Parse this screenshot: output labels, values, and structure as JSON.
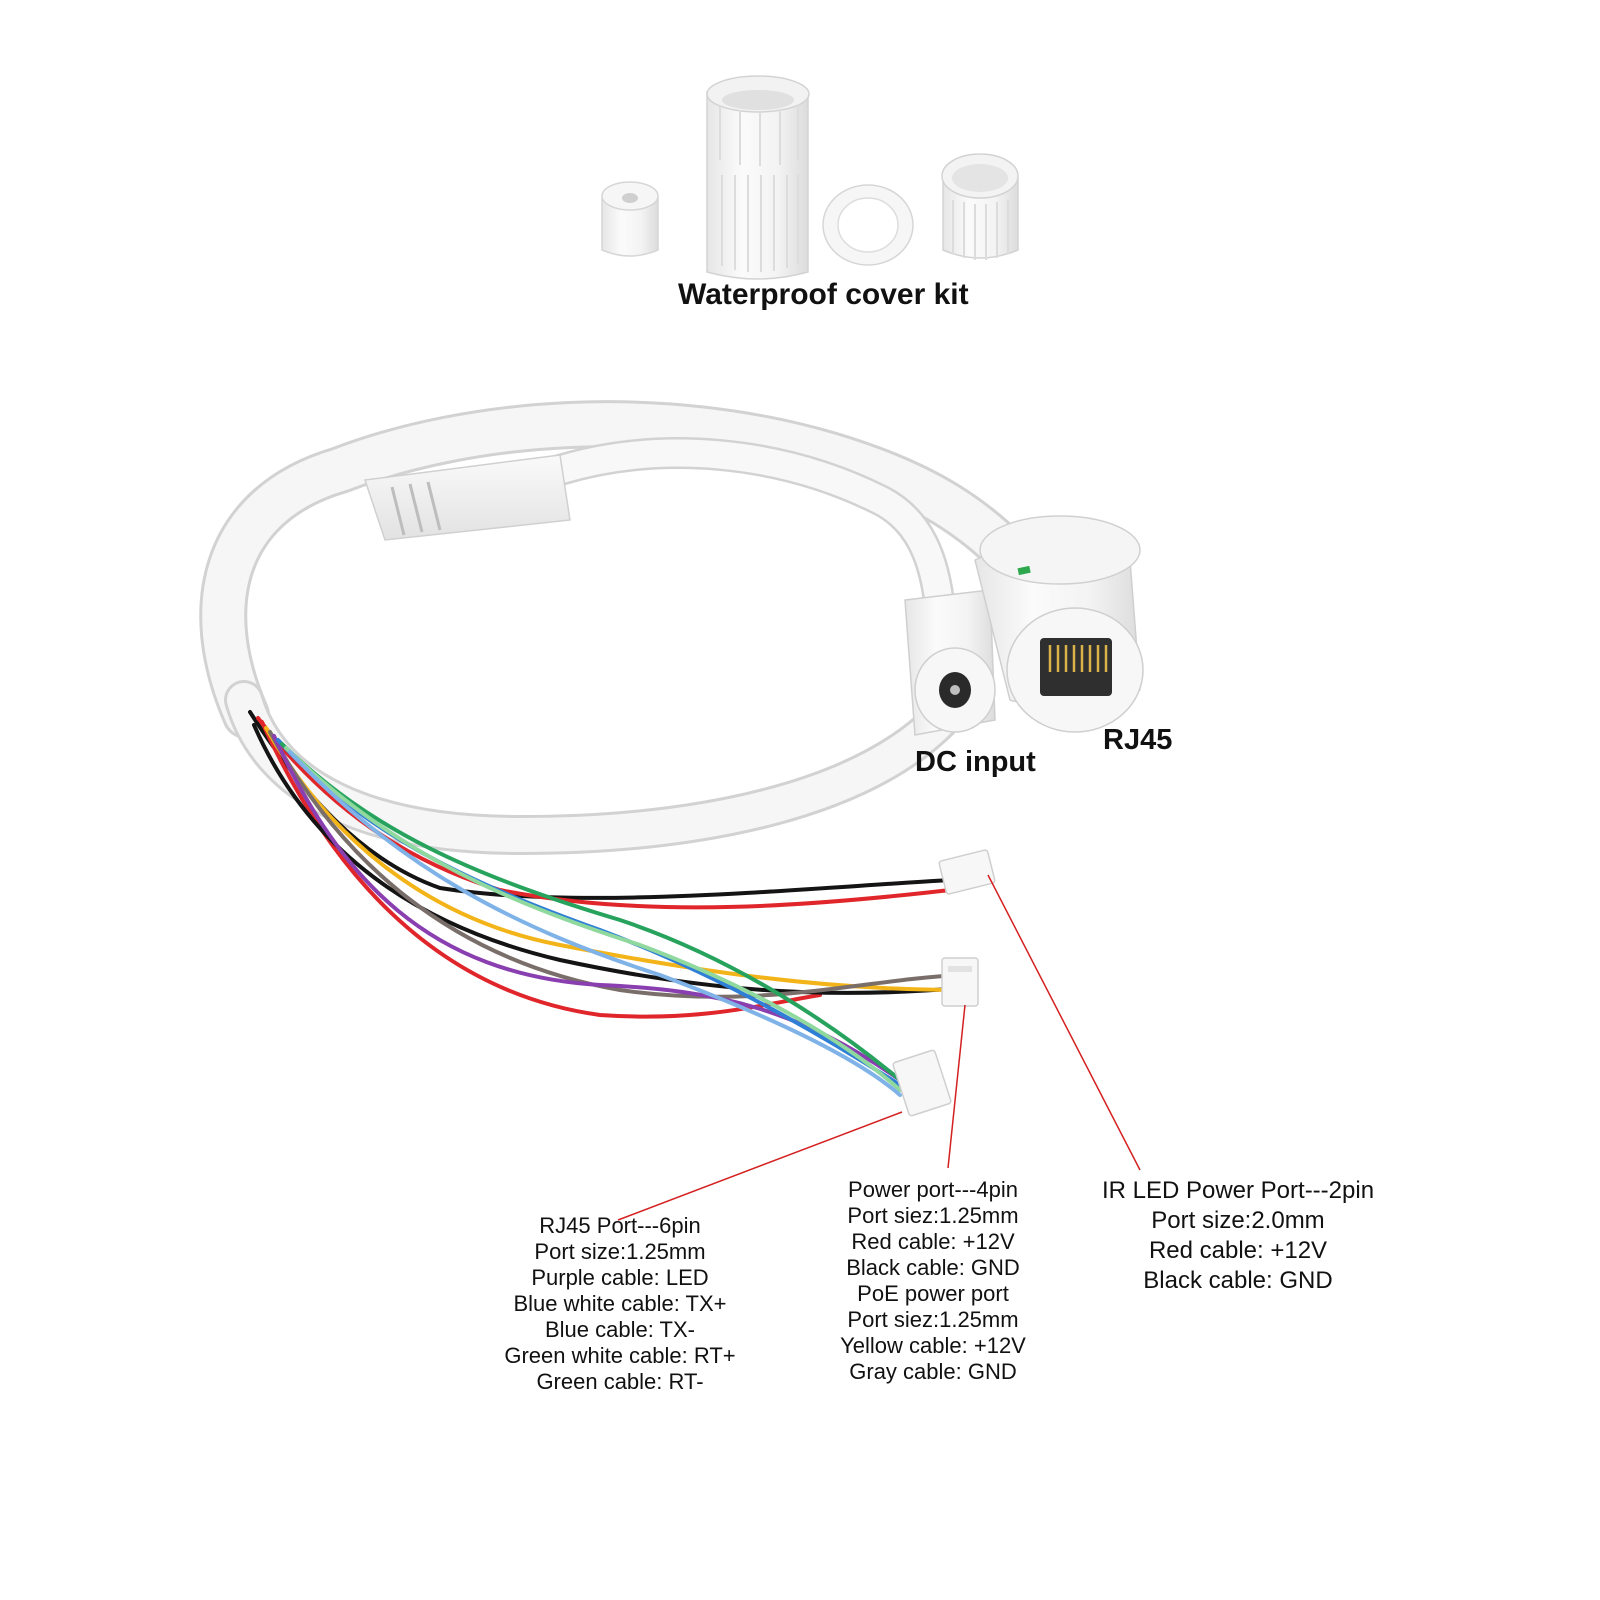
{
  "kit": {
    "title": "Waterproof cover kit"
  },
  "connectors": {
    "dc": "DC input",
    "rj45": "RJ45"
  },
  "callouts": {
    "rj45_port": [
      "RJ45 Port---6pin",
      "Port size:1.25mm",
      "Purple cable: LED",
      "Blue white cable: TX+",
      "Blue cable: TX-",
      "Green white cable: RT+",
      "Green cable: RT-"
    ],
    "power_port": [
      "Power port---4pin",
      "Port siez:1.25mm",
      "Red cable: +12V",
      "Black cable: GND",
      "PoE power port",
      "Port siez:1.25mm",
      "Yellow cable: +12V",
      "Gray cable: GND"
    ],
    "ir_port": [
      "IR LED Power Port---2pin",
      "Port size:2.0mm",
      "Red cable: +12V",
      "Black cable: GND"
    ]
  },
  "colors": {
    "leader": "#d42020",
    "wire_red": "#e0262b",
    "wire_black": "#141414",
    "wire_purple": "#8a3fb0",
    "wire_gray": "#7a6e6a",
    "wire_yellow": "#f2b418",
    "wire_green": "#27a35e",
    "wire_blue": "#2f7fd6",
    "wire_lightgreen": "#8fd89e",
    "plastic": "#f4f4f4",
    "plastic_edge": "#cfcfcf"
  }
}
